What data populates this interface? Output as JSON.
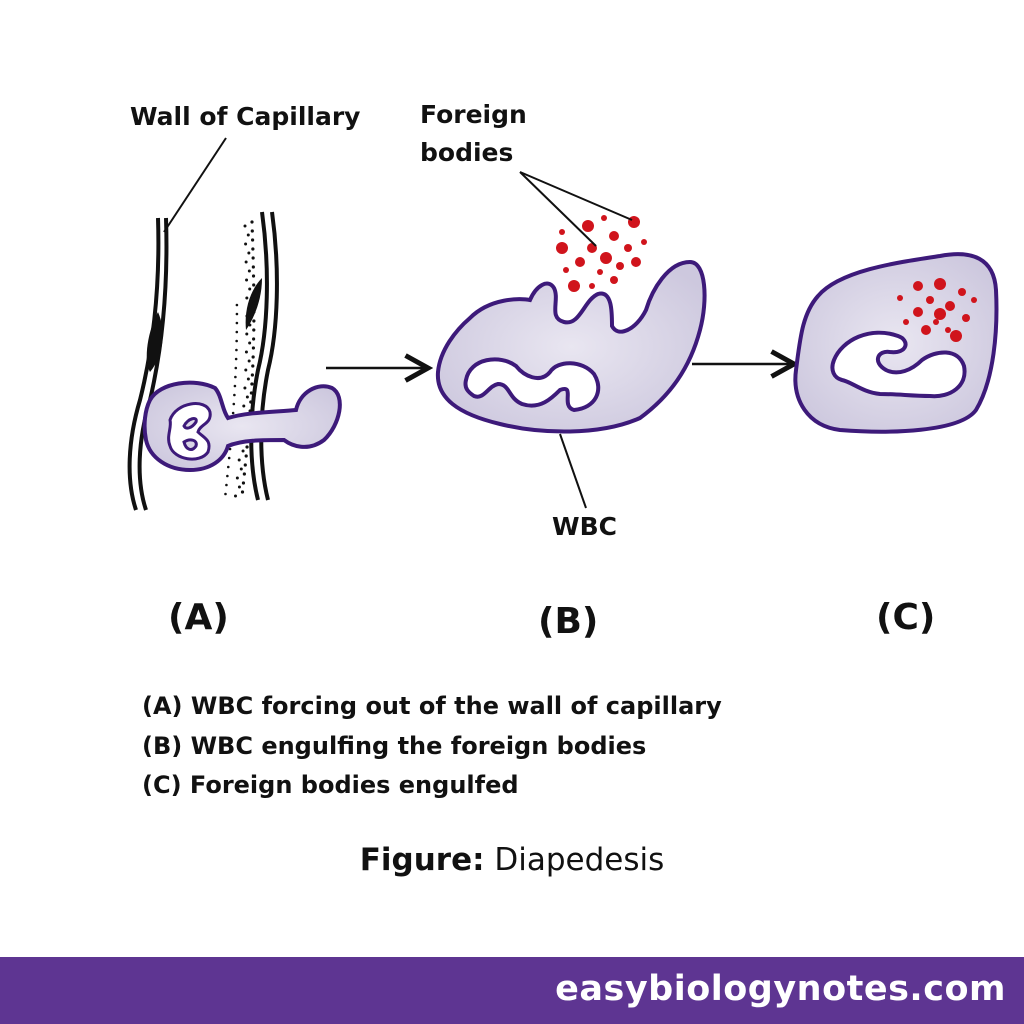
{
  "labels": {
    "wall": "Wall of Capillary",
    "foreign_line1": "Foreign",
    "foreign_line2": "bodies",
    "wbc": "WBC"
  },
  "panels": [
    "(A)",
    "(B)",
    "(C)"
  ],
  "captions": [
    "(A) WBC forcing out of the wall of capillary",
    "(B) WBC engulfing the foreign bodies",
    "(C) Foreign bodies engulfed"
  ],
  "figure": {
    "prefix": "Figure:",
    "title": "Diapedesis"
  },
  "footer": {
    "site": "easybiologynotes.com"
  },
  "colors": {
    "brand": "#5e3592",
    "cell_outline": "#3d1a7a",
    "cell_fill": "#d9d5e6",
    "foreign_body": "#d0141c"
  }
}
